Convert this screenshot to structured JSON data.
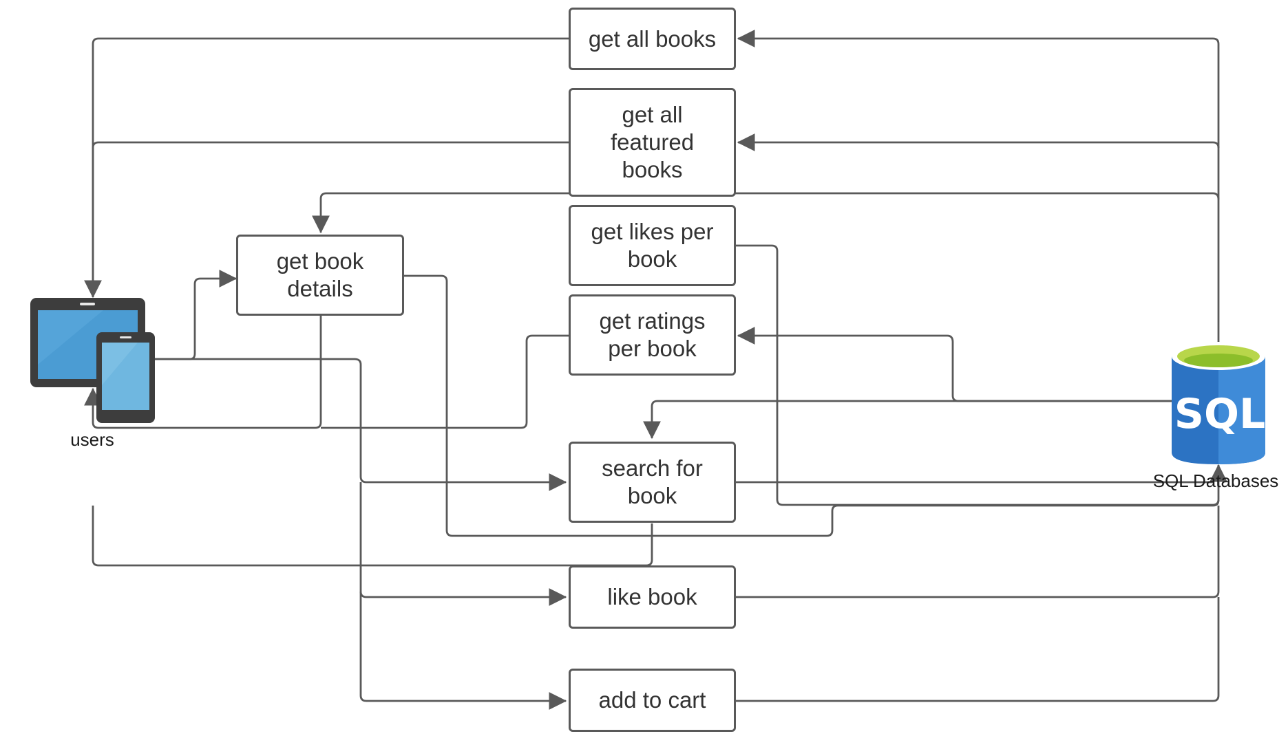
{
  "diagram": {
    "nodes": {
      "get_all_books": "get all books",
      "get_all_featured_books": "get all featured books",
      "get_book_details": "get book details",
      "get_likes_per_book": "get likes per book",
      "get_ratings_per_book": "get ratings per book",
      "search_for_book": "search for book",
      "like_book": "like book",
      "add_to_cart": "add to cart"
    },
    "actors": {
      "users": "users",
      "sql_databases": "SQL Databases",
      "sql_logo_text": "SQL"
    },
    "edges": [
      {
        "from": "sql_databases",
        "to": "get_all_books"
      },
      {
        "from": "get_all_books",
        "to": "users"
      },
      {
        "from": "sql_databases",
        "to": "get_all_featured_books"
      },
      {
        "from": "get_all_featured_books",
        "to": "users"
      },
      {
        "from": "sql_databases",
        "to": "get_book_details"
      },
      {
        "from": "users",
        "to": "get_book_details"
      },
      {
        "from": "get_book_details",
        "to": "users"
      },
      {
        "from": "get_book_details",
        "to": "sql_databases"
      },
      {
        "from": "get_likes_per_book",
        "to": "sql_databases"
      },
      {
        "from": "sql_databases",
        "to": "get_ratings_per_book"
      },
      {
        "from": "get_ratings_per_book",
        "to": "users"
      },
      {
        "from": "sql_databases",
        "to": "search_for_book"
      },
      {
        "from": "users",
        "to": "search_for_book"
      },
      {
        "from": "search_for_book",
        "to": "users"
      },
      {
        "from": "search_for_book",
        "to": "sql_databases"
      },
      {
        "from": "users",
        "to": "like_book"
      },
      {
        "from": "like_book",
        "to": "sql_databases"
      },
      {
        "from": "users",
        "to": "add_to_cart"
      },
      {
        "from": "add_to_cart",
        "to": "sql_databases"
      }
    ],
    "colors": {
      "line": "#595959",
      "box_border": "#595959",
      "text": "#333333",
      "device_frame": "#3d3d3d",
      "tablet_screen": "#4b9cd3",
      "phone_screen": "#6fb7e0",
      "db_blue": "#2c73c3",
      "db_blue_light": "#3f8bd8",
      "db_top": "#b8d64a",
      "db_inner": "#8cbe2a"
    }
  }
}
